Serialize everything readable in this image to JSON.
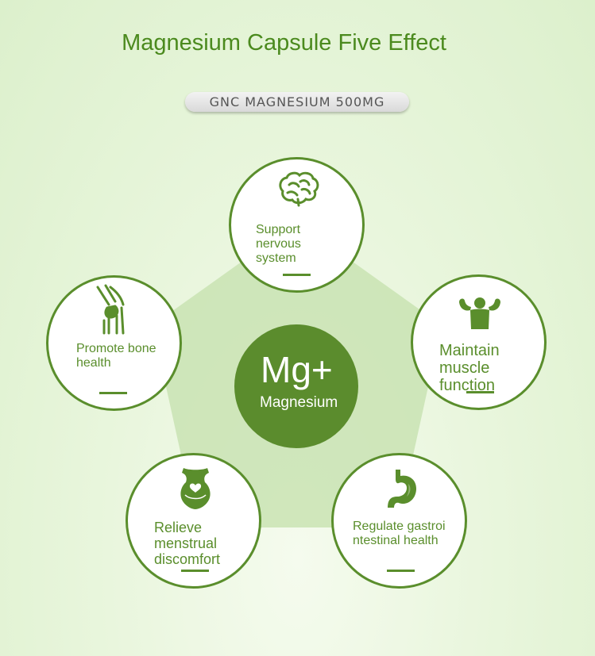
{
  "title": "Magnesium Capsule Five Effect",
  "product_badge": "GNC MAGNESIUM 500MG",
  "center": {
    "symbol": "Mg+",
    "name": "Magnesium"
  },
  "effects": [
    {
      "label": "Support nervous system",
      "icon": "brain-icon"
    },
    {
      "label": "Maintain muscle function",
      "icon": "muscle-icon"
    },
    {
      "label": "Regulate gastrointestinal health",
      "icon": "stomach-icon"
    },
    {
      "label": "Relieve menstrual discomfort",
      "icon": "uterus-icon"
    },
    {
      "label": "Promote bone health",
      "icon": "knee-bone-icon"
    }
  ],
  "colors": {
    "accent": "#5a8e2c",
    "title": "#4b8a1e",
    "center_fill": "#5b8c2d",
    "pentagon": "#c9e3b3"
  }
}
